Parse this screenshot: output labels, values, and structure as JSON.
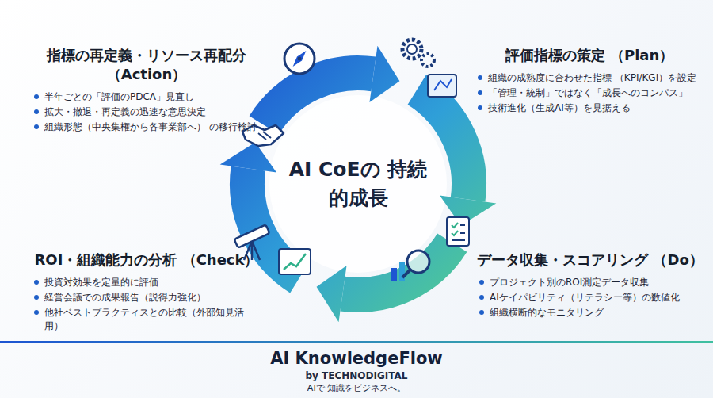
{
  "diagram": {
    "title": "AI CoEの 持続的成長",
    "nodes": [
      {
        "text": [
          "指標の再定義・リソース再配分 （Action）",
          "半年ごとの「評価のPDCA」見直し",
          "拡大・撤退・再定義の迅速な意思決定",
          "組織形態（中央集権から各事業部へ） の移行検討"
        ]
      },
      {
        "text": [
          "評価指標の策定 （Plan）",
          "組織の成熟度に合わせた指標 （KPI/KGI）を設定",
          "「管理・統制」ではなく「成長へのコンパス」",
          "技術進化（生成AI等）を見据える"
        ]
      },
      {
        "text": [
          "ROI・組織能力の分析 （Check）",
          "投資対効果を定量的に評価",
          "経営会議での成果報告（説得力強化）",
          "他社ベストプラクティスとの比較（外部知見活用）"
        ]
      },
      {
        "text": [
          "データ収集・スコアリング （Do）",
          "プロジェクト別のROI測定データ収集",
          "AIケイパビリティ（リテラシー等）の数値化",
          "組織横断的なモニタリング"
        ]
      }
    ],
    "labels": [
      "AI KnowledgeFlow",
      "by TECHNODIGITAL",
      "AIで 知識をビジネスへ。"
    ]
  }
}
